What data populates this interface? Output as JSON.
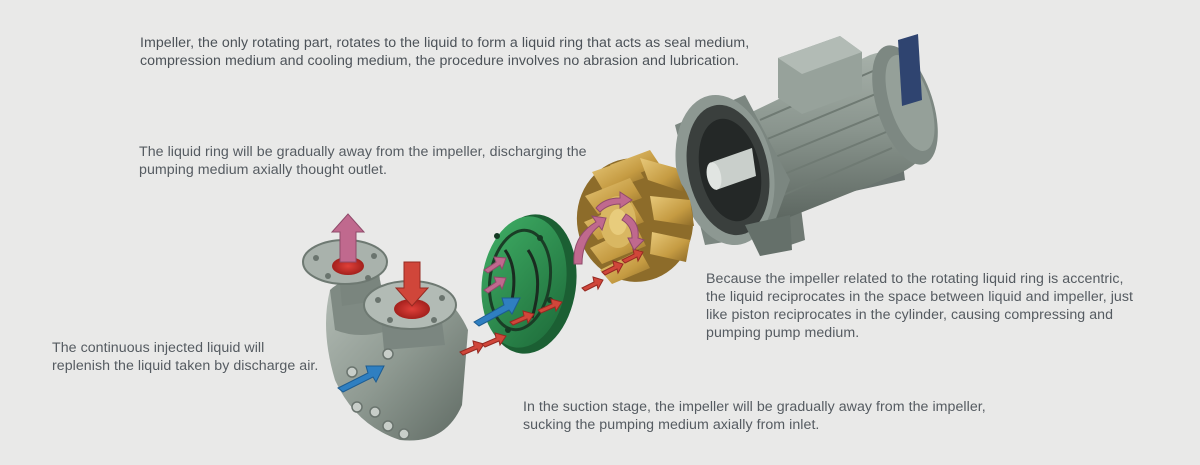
{
  "captions": {
    "impeller": [
      "Impeller, the only rotating part, rotates to the liquid to form a liquid ring that acts as seal medium,",
      "compression medium and cooling medium, the procedure involves no abrasion and lubrication."
    ],
    "liquid_ring": [
      "The liquid ring will be gradually away from the impeller, discharging the",
      "pumping medium axially thought outlet."
    ],
    "accentric": [
      "Because the impeller related to the rotating liquid ring is accentric,",
      "the liquid reciprocates in the space between liquid and impeller, just",
      "like piston reciprocates in the cylinder, causing compressing and",
      "pumping pump medium."
    ],
    "injected_liquid": [
      "The continuous injected liquid will",
      "replenish the liquid taken by discharge air."
    ],
    "suction_stage": [
      "In the suction stage, the impeller will be gradually away from the impeller,",
      "sucking the pumping medium axially from inlet."
    ]
  },
  "colors": {
    "background": "#e9e9e8",
    "text": "#555b61",
    "pump_body": "#8f9a92",
    "distributor_plate": "#2d8a4e",
    "impeller": "#c9a24a",
    "motor": "#8b968f",
    "arrow_suction": "#d0463a",
    "arrow_discharge": "#c0698e",
    "arrow_liquid": "#2f7fc1"
  }
}
